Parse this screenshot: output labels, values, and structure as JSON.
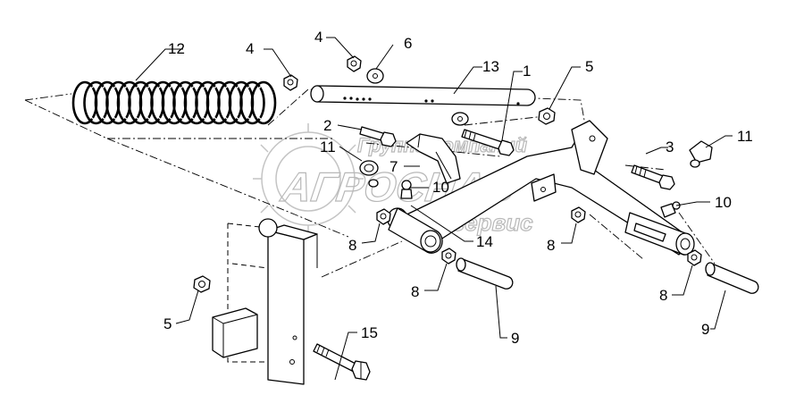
{
  "watermark": {
    "line1": "Группа компаний",
    "line2": "АГРОСНАБ",
    "line3": "техсервис"
  },
  "callouts": [
    {
      "id": "c12",
      "label": "12"
    },
    {
      "id": "c4a",
      "label": "4"
    },
    {
      "id": "c4b",
      "label": "4"
    },
    {
      "id": "c6",
      "label": "6"
    },
    {
      "id": "c13",
      "label": "13"
    },
    {
      "id": "c1",
      "label": "1"
    },
    {
      "id": "c5a",
      "label": "5"
    },
    {
      "id": "c2",
      "label": "2"
    },
    {
      "id": "c11a",
      "label": "11"
    },
    {
      "id": "c7",
      "label": "7"
    },
    {
      "id": "c10a",
      "label": "10"
    },
    {
      "id": "c3",
      "label": "3"
    },
    {
      "id": "c11b",
      "label": "11"
    },
    {
      "id": "c10b",
      "label": "10"
    },
    {
      "id": "c8a",
      "label": "8"
    },
    {
      "id": "c14",
      "label": "14"
    },
    {
      "id": "c8b",
      "label": "8"
    },
    {
      "id": "c8c",
      "label": "8"
    },
    {
      "id": "c9a",
      "label": "9"
    },
    {
      "id": "c8d",
      "label": "8"
    },
    {
      "id": "c9b",
      "label": "9"
    },
    {
      "id": "c5b",
      "label": "5"
    },
    {
      "id": "c15",
      "label": "15"
    }
  ]
}
